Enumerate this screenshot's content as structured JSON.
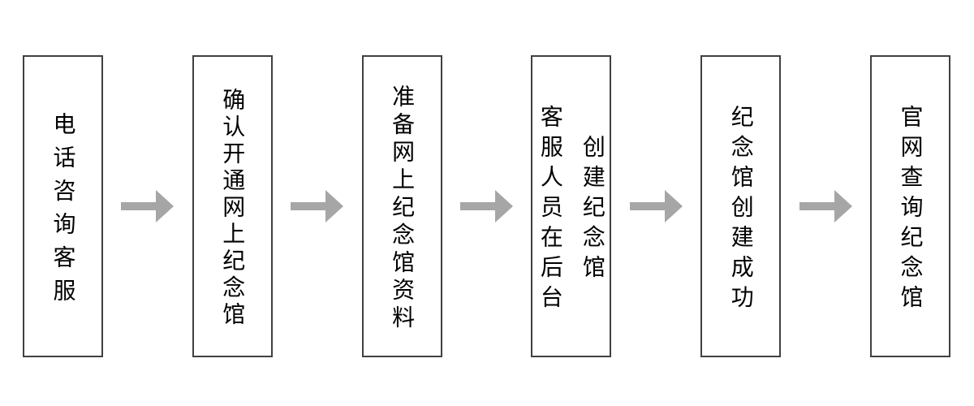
{
  "flowchart": {
    "title": "online-memorial-hall-creation-process",
    "steps": [
      {
        "lines": [
          "电话咨询客服"
        ]
      },
      {
        "lines": [
          "确认开通网上纪念馆"
        ]
      },
      {
        "lines": [
          "准备网上纪念馆资料"
        ]
      },
      {
        "lines": [
          "客服人员在后台",
          "创建纪念馆"
        ]
      },
      {
        "lines": [
          "纪念馆创建成功"
        ]
      },
      {
        "lines": [
          "官网查询纪念馆"
        ]
      }
    ],
    "connector": "right-arrow",
    "colors": {
      "box_border": "#404040",
      "box_fill": "#ffffff",
      "text": "#000000",
      "arrow": "#a6a6a6",
      "background": "#ffffff"
    }
  }
}
